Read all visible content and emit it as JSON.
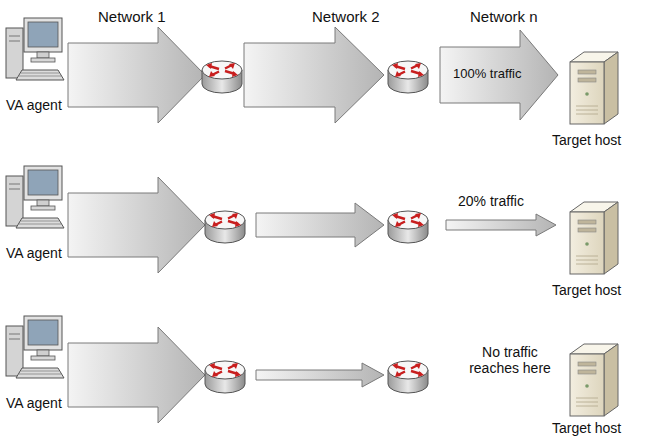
{
  "diagram": {
    "nodes": [
      {
        "text": [
          "VA agent"
        ]
      },
      {
        "text": [
          "Target host"
        ]
      },
      {
        "text": [
          "VA agent"
        ]
      },
      {
        "text": [
          "Target host"
        ]
      },
      {
        "text": [
          "VA agent"
        ]
      },
      {
        "text": [
          "Target host"
        ]
      }
    ],
    "labels": [
      "Network 1",
      "Network 2",
      "Network n",
      "100% traffic",
      "20% traffic",
      "No traffic reaches here"
    ]
  }
}
